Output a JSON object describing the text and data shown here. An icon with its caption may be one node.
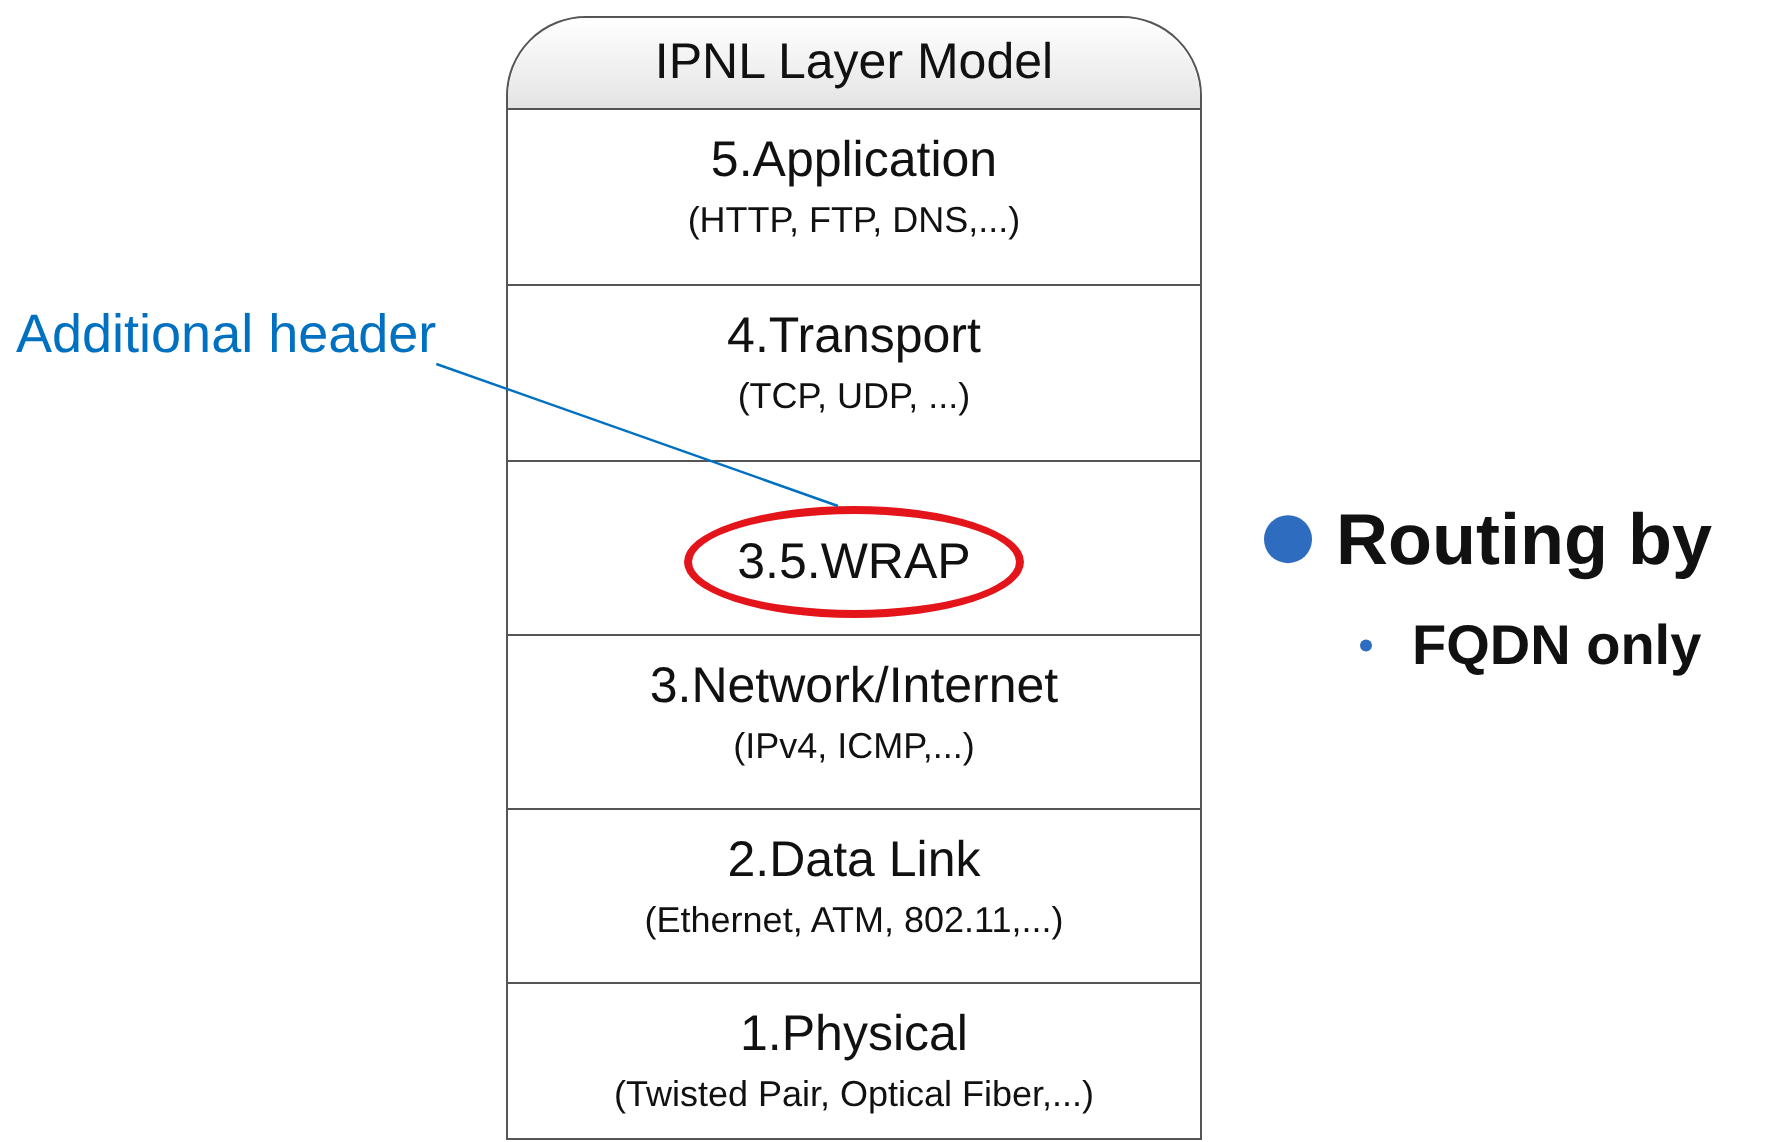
{
  "diagram": {
    "nodes": [
      {
        "text": [
          "IPNL Layer Model"
        ]
      },
      {
        "text": [
          "5.Application",
          "(HTTP, FTP, DNS,...)"
        ],
        "in": 0
      },
      {
        "text": [
          "4.Transport",
          "(TCP, UDP, ...)"
        ],
        "in": 0
      },
      {
        "text": [],
        "shape": "box",
        "in": 0
      },
      {
        "text": [
          "3.5.WRAP"
        ],
        "in": 3
      },
      {
        "text": [
          "3.Network/Internet",
          "(IPv4, ICMP,...)"
        ],
        "in": 0
      },
      {
        "text": [
          "2.Data Link",
          "(Ethernet, ATM, 802.11,...)"
        ],
        "in": 0
      },
      {
        "text": [
          "1.Physical",
          "(Twisted Pair, Optical Fiber,...)"
        ],
        "in": 0
      },
      {
        "text": [
          "Additional header"
        ]
      }
    ],
    "edges": [
      {
        "from": 8,
        "to": 4,
        "arrow": "none"
      }
    ],
    "labels": [
      "Routing by",
      "FQDN only"
    ]
  }
}
